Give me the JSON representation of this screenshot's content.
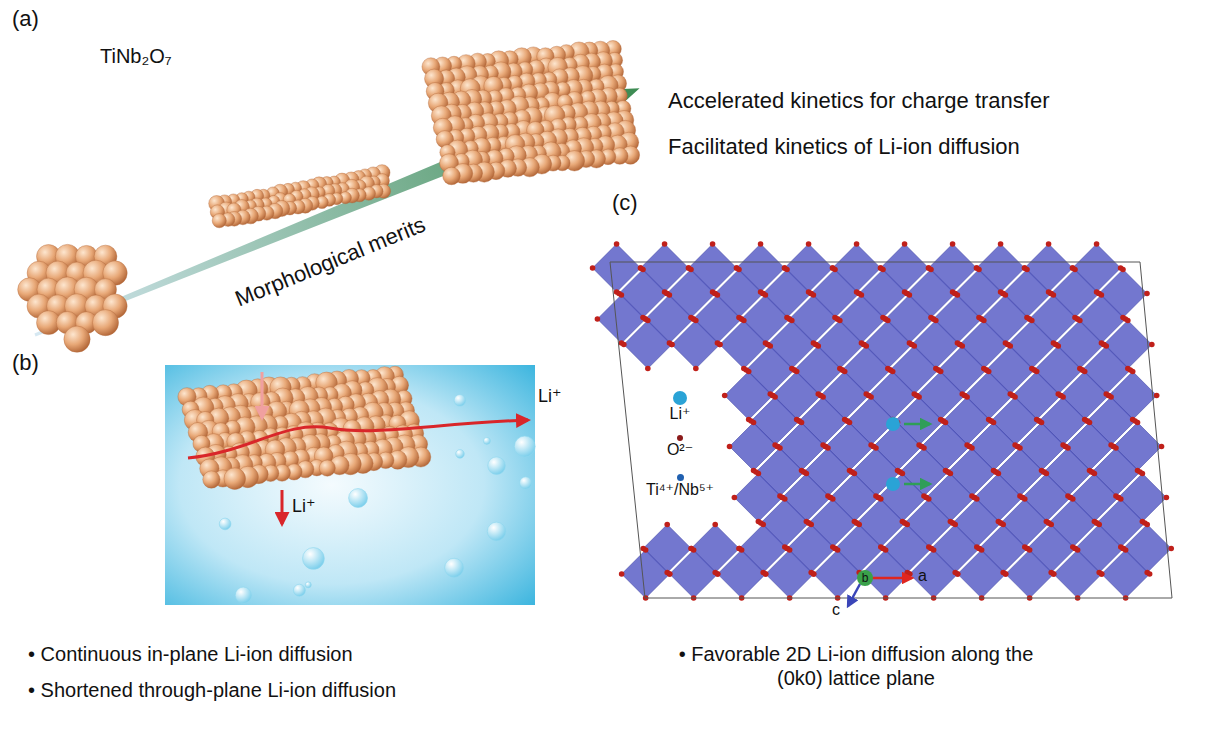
{
  "diagram": {
    "labels": [
      "(a)",
      "TiNb₂O₇",
      "Accelerated kinetics for charge transfer",
      "Facilitated kinetics of Li-ion diffusion",
      "Morphological merits",
      "(c)",
      "(b)",
      "Li⁺",
      "Li⁺",
      "b",
      "a",
      "c",
      "• Continuous in-plane Li-ion diffusion",
      "• Shortened through-plane Li-ion diffusion",
      "• Favorable 2D Li-ion diffusion along the (0k0) lattice plane"
    ],
    "legend": [
      {
        "text": "Li⁺",
        "color": "#2aa3d6"
      },
      {
        "text": "O²⁻",
        "color": "#8b1a1a"
      },
      {
        "text": "Ti⁴⁺/Nb⁵⁺",
        "color": "#2060b0"
      }
    ]
  }
}
